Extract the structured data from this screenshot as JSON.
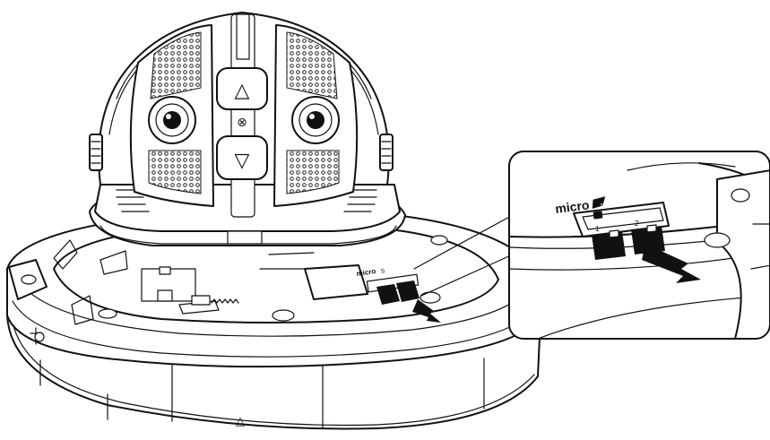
{
  "camera": {
    "tilt_up_symbol": "△",
    "tilt_down_symbol": "▽",
    "center_symbol": "⊗",
    "base_marker_symbol": "△"
  },
  "sd_slot": {
    "logo": "micro SD",
    "label_small": "micro",
    "slot_numbers": [
      "1",
      "2"
    ]
  },
  "colors": {
    "line": "#111111",
    "background": "#ffffff",
    "arrow": "#111111"
  },
  "icons": [
    "up-arrow-icon",
    "down-arrow-icon",
    "ir-led-icon",
    "insert-arrow-icon"
  ]
}
